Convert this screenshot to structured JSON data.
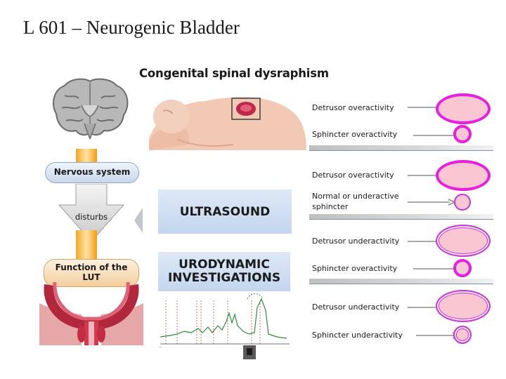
{
  "slide": {
    "title": "L 601 – Neurogenic Bladder",
    "section_title": "Congenital spinal dysraphism"
  },
  "left_diagram": {
    "nervous_system": "Nervous system",
    "disturbs": "disturbs",
    "function_line1": "Function of the",
    "function_line2": "LUT"
  },
  "center": {
    "ultrasound": "ULTRASOUND",
    "urodynamic_line1": "URODYNAMIC",
    "urodynamic_line2": "INVESTIGATIONS"
  },
  "patterns": [
    {
      "detrusor": "Detrusor overactivity",
      "sphincter": "Sphincter overactivity"
    },
    {
      "detrusor": "Detrusor overactivity",
      "sphincter_line1": "Normal or underactive",
      "sphincter_line2": "sphincter"
    },
    {
      "detrusor": "Detrusor underactivity",
      "sphincter": "Sphincter overactivity"
    },
    {
      "detrusor": "Detrusor underactivity",
      "sphincter": "Sphincter underactivity"
    }
  ],
  "colors": {
    "overactive_border": "#e81fdc",
    "underactive_border": "#c03ad8",
    "bladder_fill": "#f9c6d2",
    "pill_border": "#8aa7c8",
    "box_fill": "#c9d9f0"
  }
}
